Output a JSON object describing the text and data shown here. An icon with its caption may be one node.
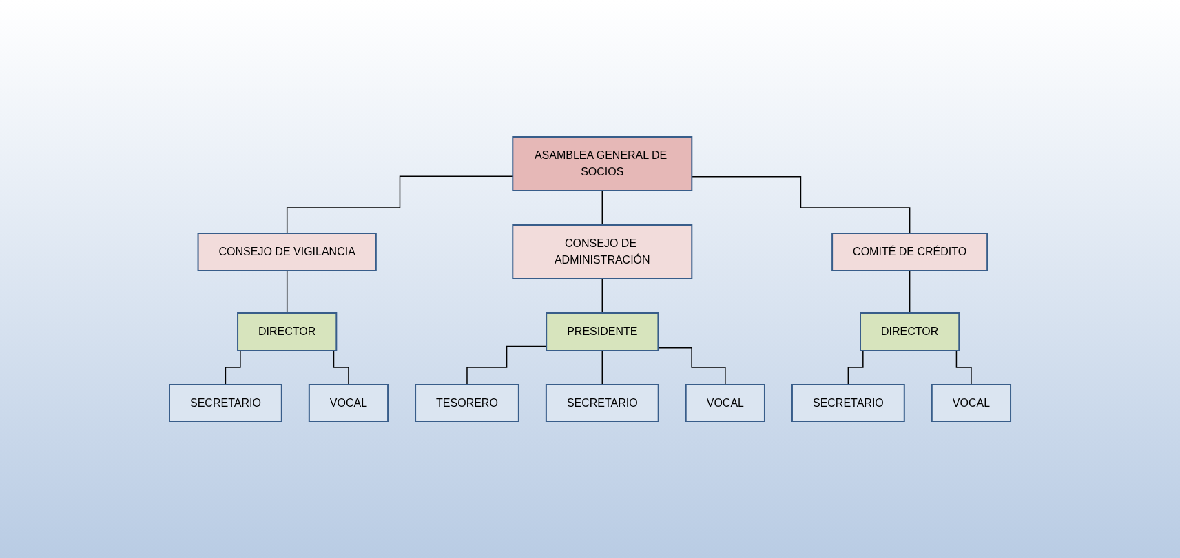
{
  "diagram": {
    "nodes": [
      {
        "text": [
          "ASAMBLEA GENERAL DE SOCIOS"
        ]
      },
      {
        "text": [
          "CONSEJO DE VIGILANCIA"
        ]
      },
      {
        "text": [
          "CONSEJO DE ADMINISTRACIÓN"
        ]
      },
      {
        "text": [
          "COMITÉ DE CRÉDITO"
        ]
      },
      {
        "text": [
          "DIRECTOR"
        ]
      },
      {
        "text": [
          "PRESIDENTE"
        ]
      },
      {
        "text": [
          "DIRECTOR"
        ]
      },
      {
        "text": [
          "SECRETARIO"
        ]
      },
      {
        "text": [
          "VOCAL"
        ]
      },
      {
        "text": [
          "TESORERO"
        ]
      },
      {
        "text": [
          "SECRETARIO"
        ]
      },
      {
        "text": [
          "VOCAL"
        ]
      },
      {
        "text": [
          "SECRETARIO"
        ]
      },
      {
        "text": [
          "VOCAL"
        ]
      }
    ],
    "edges": [
      {
        "from": 0,
        "to": 1,
        "arrow": "none"
      },
      {
        "from": 0,
        "to": 2,
        "arrow": "none"
      },
      {
        "from": 0,
        "to": 3,
        "arrow": "none"
      },
      {
        "from": 1,
        "to": 4,
        "arrow": "none"
      },
      {
        "from": 2,
        "to": 5,
        "arrow": "none"
      },
      {
        "from": 3,
        "to": 6,
        "arrow": "none"
      },
      {
        "from": 4,
        "to": 7,
        "arrow": "none"
      },
      {
        "from": 4,
        "to": 8,
        "arrow": "none"
      },
      {
        "from": 5,
        "to": 9,
        "arrow": "none"
      },
      {
        "from": 5,
        "to": 10,
        "arrow": "none"
      },
      {
        "from": 5,
        "to": 11,
        "arrow": "none"
      },
      {
        "from": 6,
        "to": 12,
        "arrow": "none"
      },
      {
        "from": 6,
        "to": 13,
        "arrow": "none"
      }
    ]
  }
}
